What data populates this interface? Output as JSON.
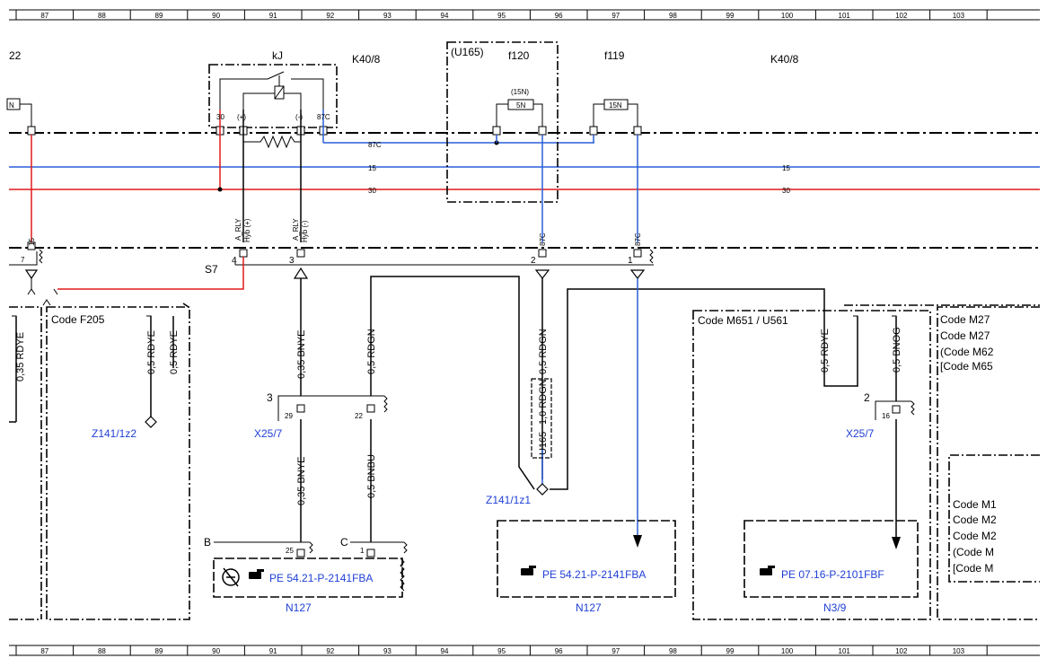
{
  "ruler": {
    "labels": [
      "87",
      "88",
      "89",
      "90",
      "91",
      "92",
      "93",
      "94",
      "95",
      "96",
      "97",
      "98",
      "99",
      "100",
      "101",
      "102",
      "103"
    ]
  },
  "labels": {
    "left_22": "22",
    "kj": "kJ",
    "k40_8_a": "K40/8",
    "k40_8_b": "K40/8",
    "u165": "(U165)",
    "f120": "f120",
    "f119": "f119",
    "fuse_15n_top": "(15N)",
    "fuse_5n": "5N",
    "fuse_15n": "15N",
    "left_n": "N",
    "pin_30": "30",
    "pin_plus": "(+)",
    "pin_minus": "(-)",
    "pin_87c": "87C",
    "wire_87c": "87C",
    "wire_15_a": "15",
    "wire_15_b": "15",
    "wire_30_a": "30",
    "wire_30_b": "30",
    "conn_15": "15",
    "conn_7": "7",
    "a_rly_1": "A_RLY",
    "hyb_plus": "Hyb (+)",
    "a_rly_2": "A_RLY",
    "hyb_minus": "Hyb (-)",
    "s7": "S7",
    "pin_4": "4",
    "pin_3": "3",
    "pin_2": "2",
    "pin_1": "1",
    "conn_87c_a": "87C",
    "conn_87c_b": "87C",
    "code_f205": "Code F205",
    "code_m651": "Code M651 / U561",
    "code_m27_a": "Code M27",
    "code_m27_b": "Code M27",
    "code_m62": "(Code M62",
    "code_m65": "[Code M65",
    "code_m1": "Code M1",
    "code_m2_a": "Code M2",
    "code_m2_b": "Code M2",
    "code_m_a": "(Code M",
    "code_m_b": "[Code M",
    "w_035_rdye": "0,35 RDYE",
    "w_05_rdye_a": "0,5 RDYE",
    "w_05_rdye_b": "0,5 RDYE",
    "w_035_bnye_a": "0,35 BNYE",
    "w_05_rdgn_a": "0,5 RDGN",
    "w_05_rdgn_b": "0,5 RDGN",
    "w_10_rdgn": "1,0 RDGN",
    "u165_v": "U165",
    "w_05_rdye_c": "0,5 RDYE",
    "w_05_bnog": "0,5 BNOG",
    "w_035_bnye_b": "0,35 BNYE",
    "w_05_bnbu": "0,5 BNBU",
    "x25_3": "3",
    "x25_29": "29",
    "x25_22": "22",
    "x25_2": "2",
    "x25_16": "16",
    "x25_7_a": "X25/7",
    "x25_7_b": "X25/7",
    "z141_1z2": "Z141/1z2",
    "z141_1z1": "Z141/1z1",
    "n127_b": "B",
    "n127_c": "C",
    "n127_25": "25",
    "n127_1": "1",
    "pe_1": "PE 54.21-P-2141FBA",
    "pe_2": "PE 54.21-P-2141FBA",
    "pe_3": "PE 07.16-P-2101FBF",
    "n127_a": "N127",
    "n127_b2": "N127",
    "n3_9": "N3/9"
  },
  "colors": {
    "red": "#e01a1a",
    "blue": "#2a5fd8",
    "ref_blue": "#1f3fd6"
  }
}
